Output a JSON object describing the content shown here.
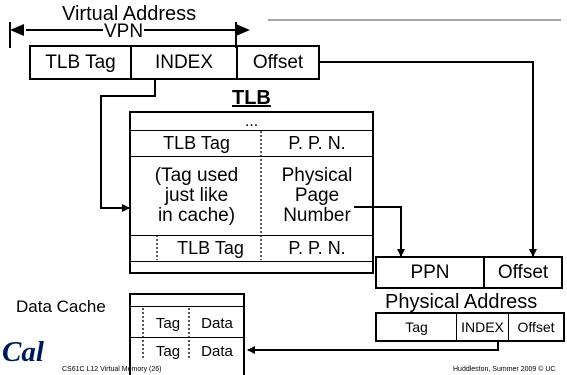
{
  "virtual_address": {
    "caption": "Virtual Address",
    "vpn_label": "VPN",
    "fields": [
      "TLB Tag",
      "INDEX",
      "Offset"
    ]
  },
  "tlb": {
    "title": "TLB",
    "ellipsis": "...",
    "row1": {
      "tag": "TLB Tag",
      "ppn": "P. P. N."
    },
    "row2": {
      "tag_lines": [
        "(Tag used",
        "just like",
        "in cache)"
      ],
      "ppn_lines": [
        "Physical",
        "Page",
        "Number"
      ]
    },
    "row3": {
      "tag": "TLB Tag",
      "ppn": "P. P. N."
    }
  },
  "physical_address_top": {
    "ppn": "PPN",
    "offset": "Offset"
  },
  "physical_address": {
    "caption": "Physical Address",
    "fields": [
      "Tag",
      "INDEX",
      "Offset"
    ]
  },
  "data_cache": {
    "label": "Data Cache",
    "rows": [
      {
        "tag": "Tag",
        "data": "Data"
      },
      {
        "tag": "Tag",
        "data": "Data"
      }
    ]
  },
  "footer": {
    "logo": "Cal",
    "course": "CS61C L12 Virtual Memory (26)",
    "credit": "Huddleston, Summer 2009 © UC"
  },
  "colors": {
    "ink": "#000000",
    "background": "#ffffff"
  }
}
